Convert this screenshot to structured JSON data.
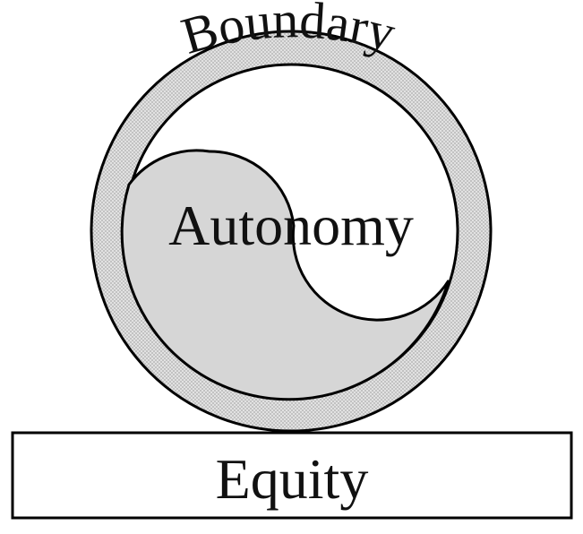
{
  "diagram": {
    "boundary_label": "Boundary",
    "autonomy_label": "Autonomy",
    "equity_label": "Equity"
  }
}
